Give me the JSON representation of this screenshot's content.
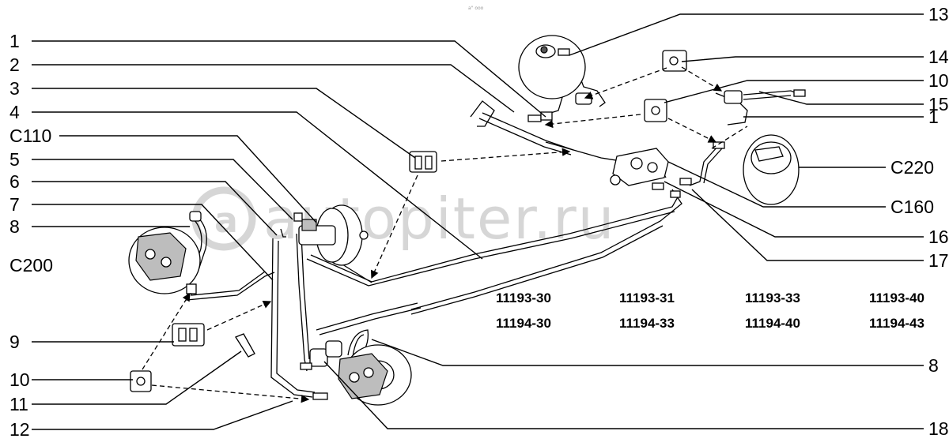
{
  "watermark": "autopiter.ru",
  "top_mark": "a\" ooo",
  "labels_left": [
    "1",
    "2",
    "3",
    "4",
    "C110",
    "5",
    "6",
    "7",
    "8",
    "C200",
    "9",
    "10",
    "11",
    "12"
  ],
  "labels_right": [
    "13",
    "14",
    "10",
    "15",
    "1",
    "C220",
    "C160",
    "16",
    "17",
    "8",
    "18"
  ],
  "applicability": {
    "row1": [
      "11193-30",
      "11193-31",
      "11193-33",
      "11193-40"
    ],
    "row2": [
      "11194-30",
      "11194-33",
      "11194-40",
      "11194-43"
    ]
  }
}
